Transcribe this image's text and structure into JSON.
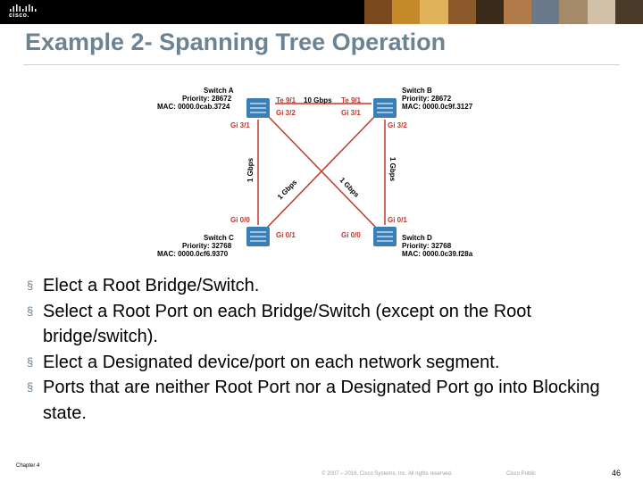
{
  "header": {
    "logo_text": "cisco.",
    "photo_colors": [
      "#7a4a1e",
      "#c58b2b",
      "#e0b35a",
      "#8c5a2a",
      "#3a2a1a",
      "#b07a4a",
      "#6a7a8a",
      "#a58a6a",
      "#d0c0a8",
      "#4a3a2a"
    ]
  },
  "title": "Example 2- Spanning Tree Operation",
  "diagram": {
    "switch_a": {
      "name": "Switch A",
      "priority": "Priority: 28672",
      "mac": "MAC: 0000.0cab.3724"
    },
    "switch_b": {
      "name": "Switch B",
      "priority": "Priority: 28672",
      "mac": "MAC: 0000.0c9f.3127"
    },
    "switch_c": {
      "name": "Switch C",
      "priority": "Priority: 32768",
      "mac": "MAC: 0000.0cf6.9370"
    },
    "switch_d": {
      "name": "Switch D",
      "priority": "Priority: 32768",
      "mac": "MAC: 0000.0c39.f28a"
    },
    "ports": {
      "a_te": "Te 9/1",
      "b_te": "Te 9/1",
      "link_ab": "10 Gbps",
      "a_gi32": "Gi 3/2",
      "b_gi31": "Gi 3/1",
      "a_gi31": "Gi 3/1",
      "b_gi32": "Gi 3/2",
      "c_gi00": "Gi 0/0",
      "d_gi01": "Gi 0/1",
      "c_gi01": "Gi 0/1",
      "d_gi00": "Gi 0/0"
    },
    "links": {
      "left": "1 Gbps",
      "right": "1 Gbps",
      "diag1": "1 Gbps",
      "diag2": "1 Gbps"
    },
    "colors": {
      "link": "#c0392b",
      "switch": "#3a7fb8",
      "label": "#c0392b",
      "text": "#000000"
    }
  },
  "bullets": [
    "Elect a Root Bridge/Switch.",
    "Select a Root Port on each Bridge/Switch (except on the Root bridge/switch).",
    "Elect a Designated device/port on each network segment.",
    "Ports that are neither Root Port nor a Designated Port go into Blocking state."
  ],
  "bullet_mark": "§",
  "footer": {
    "chapter": "Chapter 4",
    "copyright": "© 2007 – 2016, Cisco Systems, Inc. All rights reserved.",
    "classification": "Cisco Public",
    "page": "46"
  }
}
